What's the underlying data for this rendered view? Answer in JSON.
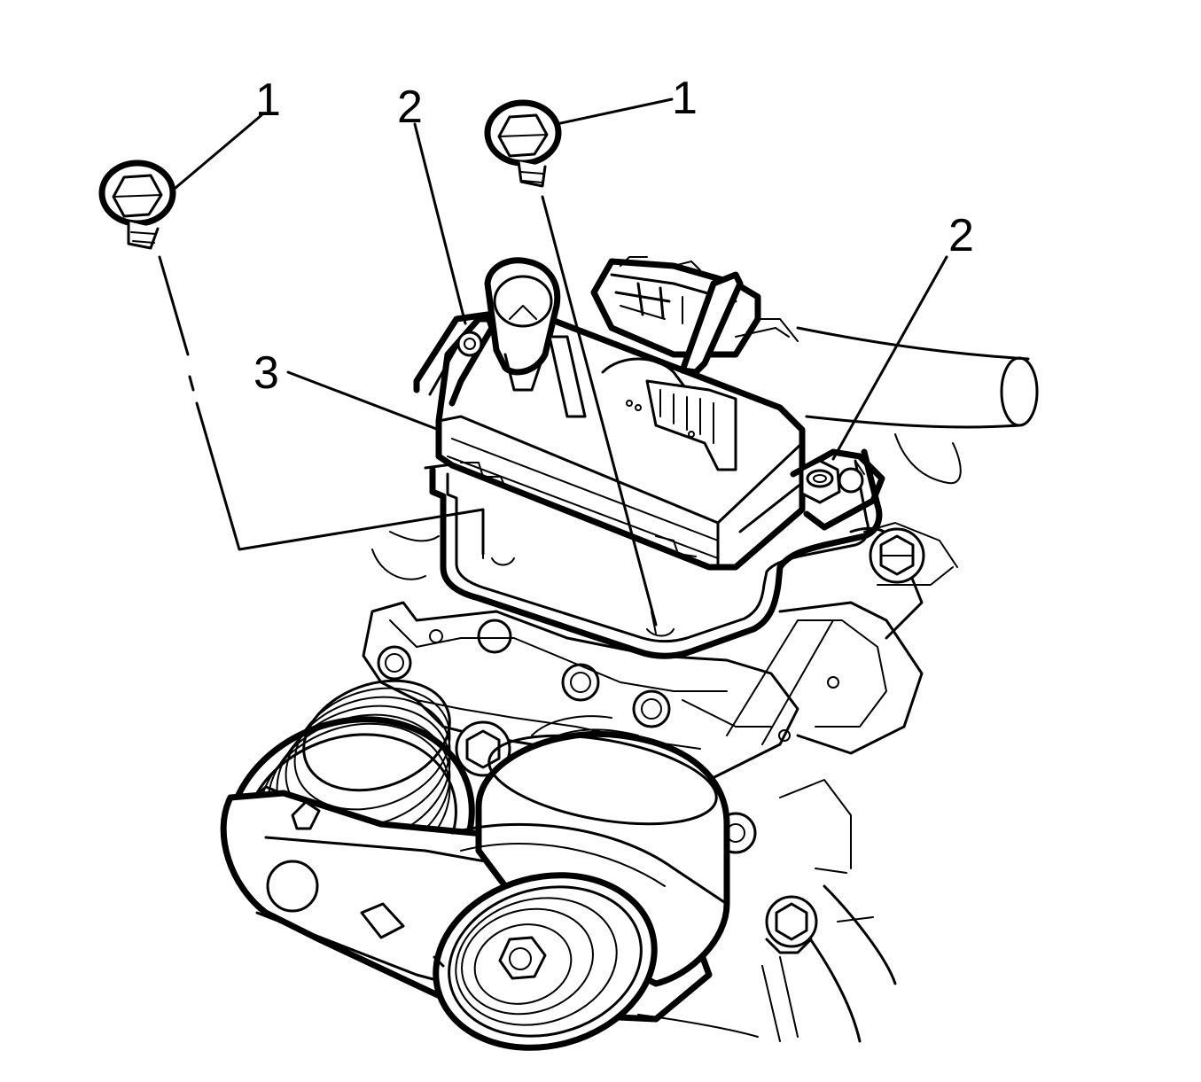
{
  "colors": {
    "line": "#000000",
    "background": "#ffffff"
  },
  "callouts": {
    "bolt_left": "1",
    "bolt_right": "1",
    "nut_left": "2",
    "nut_right": "2",
    "module": "3"
  }
}
